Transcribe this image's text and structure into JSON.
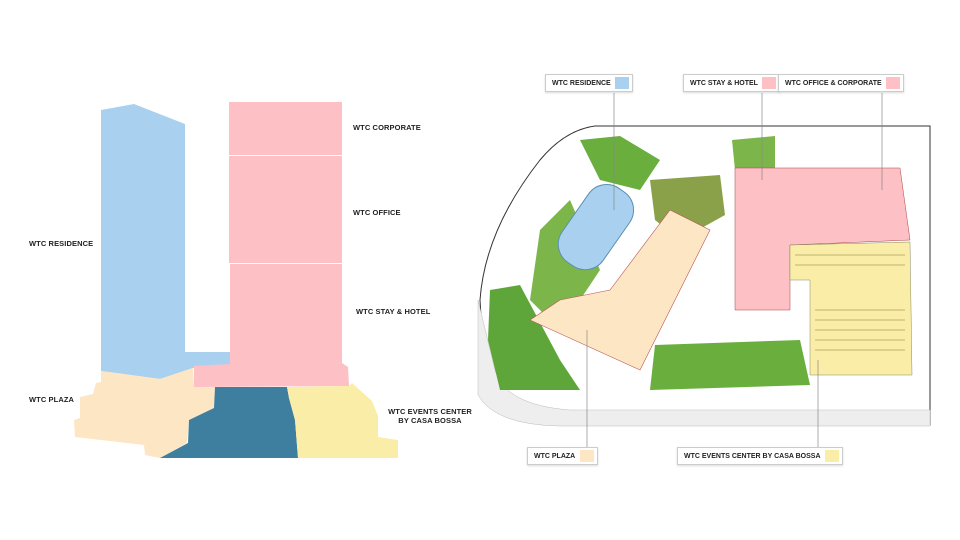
{
  "section_diagram": {
    "labels": {
      "corporate": "WTC CORPORATE",
      "office": "WTC OFFICE",
      "residence": "WTC RESIDENCE",
      "stay_hotel": "WTC STAY & HOTEL",
      "plaza": "WTC PLAZA",
      "events_line1": "WTC EVENTS CENTER",
      "events_line2": "BY CASA BOSSA"
    }
  },
  "site_plan": {
    "tags": {
      "residence": "WTC RESIDENCE",
      "stay_hotel": "WTC STAY & HOTEL",
      "office_corporate": "WTC OFFICE & CORPORATE",
      "plaza": "WTC PLAZA",
      "events": "WTC EVENTS CENTER BY CASA BOSSA"
    }
  },
  "colors": {
    "residence": "#a9d1ef",
    "corporate_office_hotel": "#fdc0c4",
    "plaza": "#fde6c4",
    "core": "#3e7fa0",
    "events": "#f9eda8",
    "green": "#6aae3e"
  }
}
